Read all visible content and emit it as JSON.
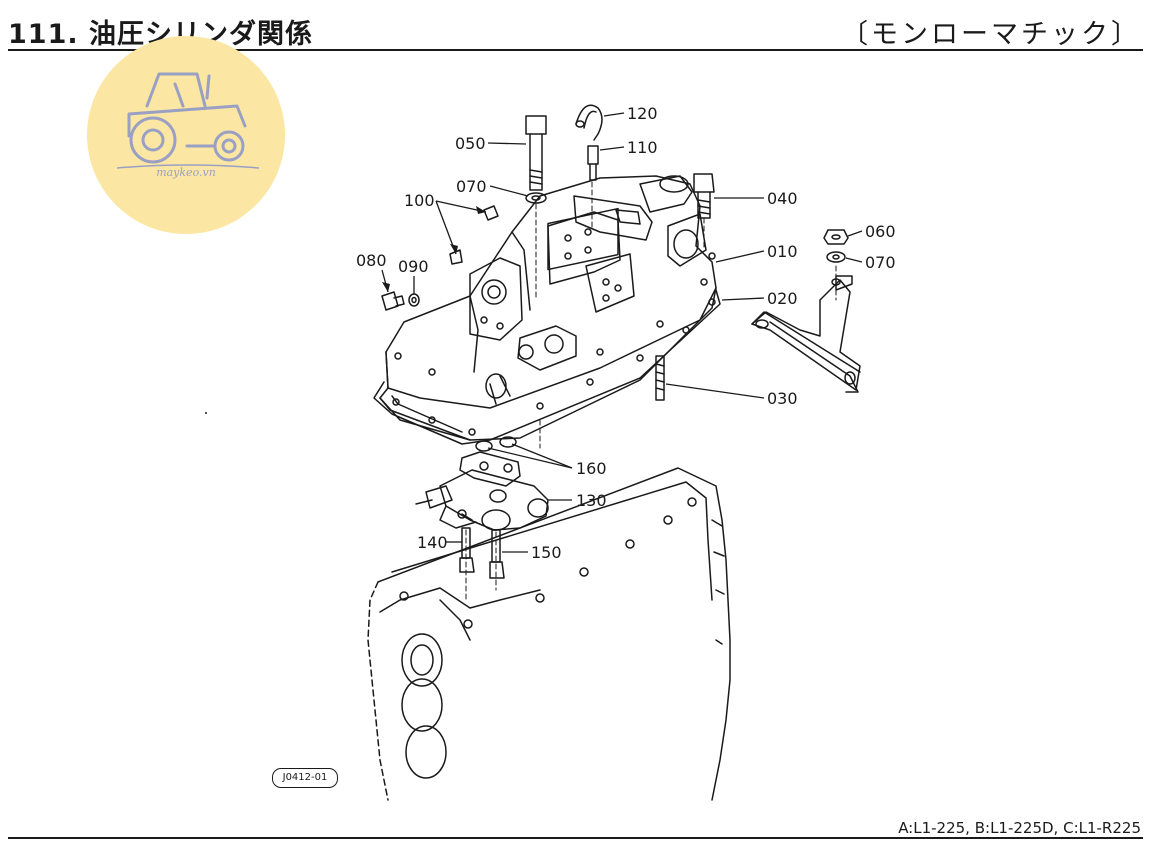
{
  "header": {
    "title": "111. 油圧シリンダ関係",
    "subtitle": "〔モンローマチック〕"
  },
  "watermark": {
    "text": "maykeo.vn"
  },
  "diagram": {
    "drawing_code": "J0412-01",
    "callouts": [
      "120",
      "110",
      "050",
      "070",
      "040",
      "100",
      "010",
      "060",
      "070",
      "080",
      "090",
      "020",
      "030",
      "160",
      "130",
      "140",
      "150"
    ]
  },
  "footer": {
    "models": "A:L1-225, B:L1-225D, C:L1-R225"
  }
}
